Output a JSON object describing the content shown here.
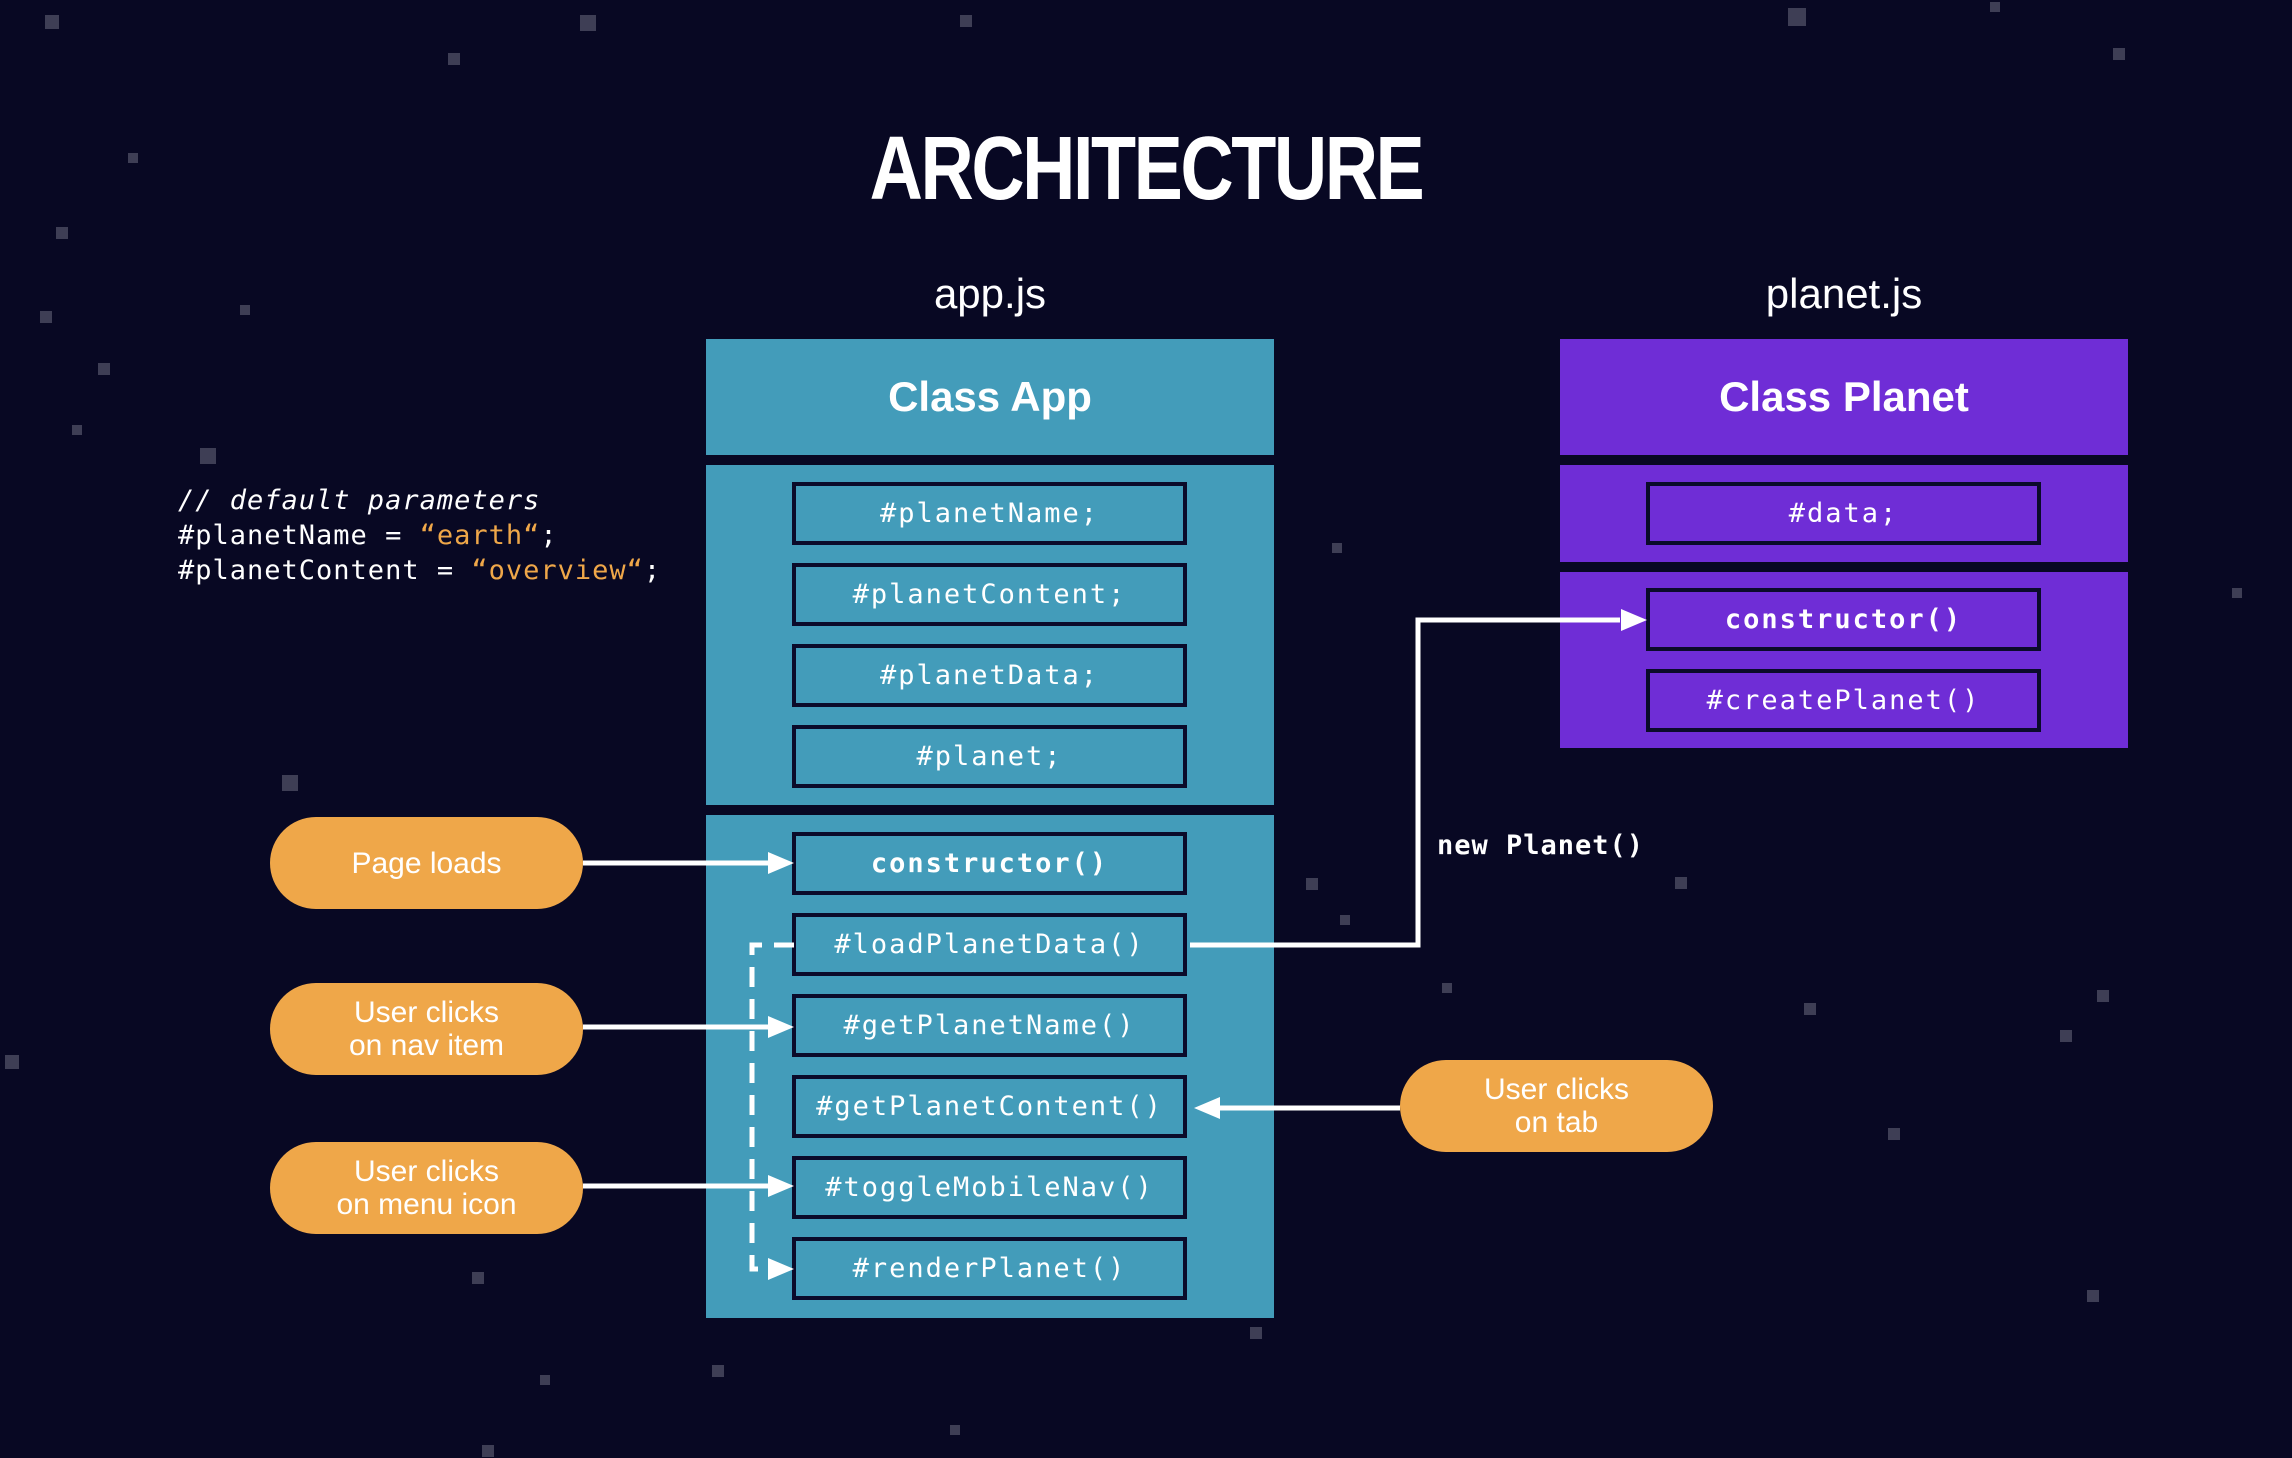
{
  "title": "ARCHITECTURE",
  "colors": {
    "background": "#080823",
    "app_class": "#439cba",
    "planet_class": "#6f2dd6",
    "event_pill": "#efa749",
    "string_literal": "#efa749"
  },
  "code_note": {
    "comment": "// default parameters",
    "line1_prefix": "#planetName = ",
    "line1_value": "“earth“",
    "line1_suffix": ";",
    "line2_prefix": "#planetContent = ",
    "line2_value": "“overview“",
    "line2_suffix": ";"
  },
  "app": {
    "file": "app.js",
    "class_name": "Class App",
    "fields": [
      "#planetName;",
      "#planetContent;",
      "#planetData;",
      "#planet;"
    ],
    "methods": [
      "constructor()",
      "#loadPlanetData()",
      "#getPlanetName()",
      "#getPlanetContent()",
      "#toggleMobileNav()",
      "#renderPlanet()"
    ]
  },
  "planet": {
    "file": "planet.js",
    "class_name": "Class Planet",
    "fields": [
      "#data;"
    ],
    "methods": [
      "constructor()",
      "#createPlanet()"
    ]
  },
  "events": {
    "page_loads": "Page loads",
    "nav_item": "User clicks\non nav item",
    "menu_icon": "User clicks\non menu icon",
    "tab": "User clicks\non tab"
  },
  "connector_label": "new Planet()"
}
